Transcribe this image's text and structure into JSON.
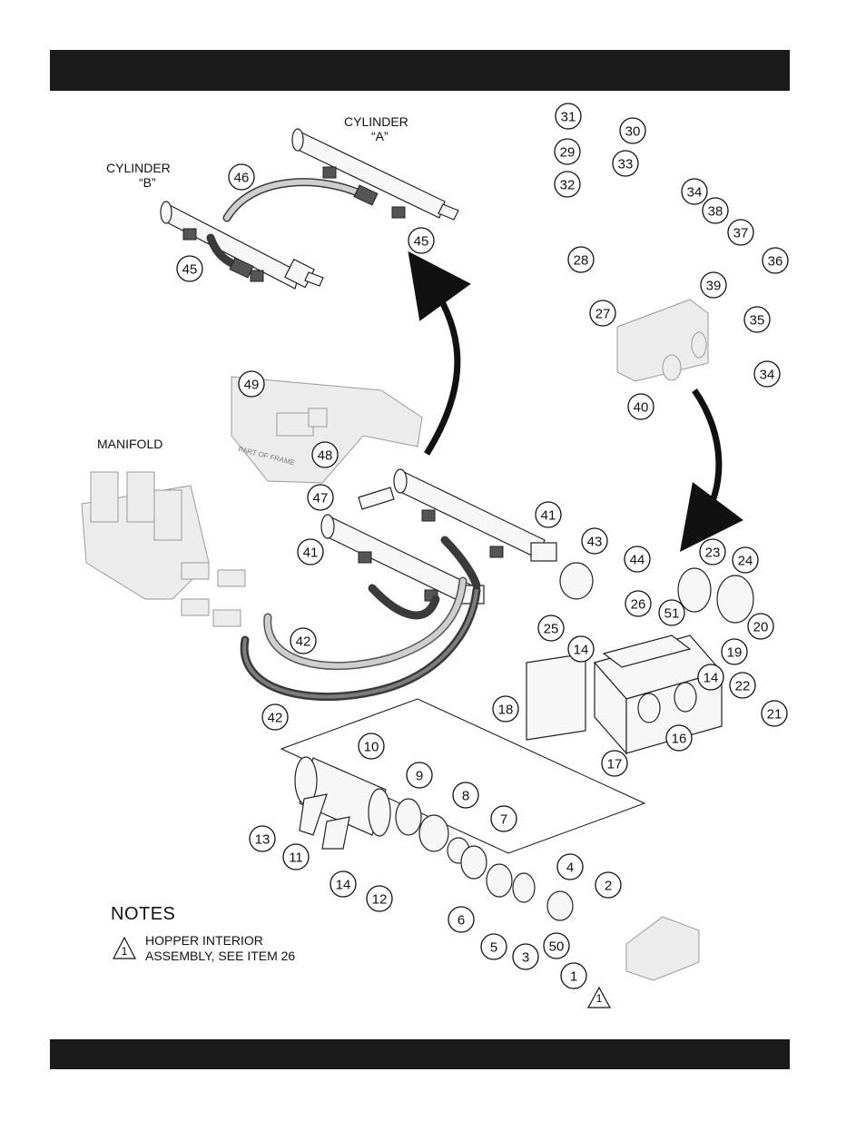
{
  "labels": {
    "cylinder_a": [
      "CYLINDER",
      "“A”"
    ],
    "cylinder_b": [
      "CYLINDER",
      "“B”"
    ],
    "manifold": "MANIFOLD",
    "frame_text": "PART OF FRAME"
  },
  "notes": {
    "title": "NOTES",
    "items": [
      {
        "marker": "1",
        "lines": [
          "HOPPER INTERIOR",
          "ASSEMBLY, SEE ITEM 26"
        ]
      }
    ]
  },
  "callouts": [
    "31",
    "30",
    "29",
    "33",
    "32",
    "34",
    "38",
    "37",
    "36",
    "28",
    "39",
    "27",
    "35",
    "34",
    "40",
    "46",
    "45",
    "45",
    "49",
    "48",
    "47",
    "41",
    "41",
    "43",
    "44",
    "26",
    "23",
    "24",
    "25",
    "14",
    "51",
    "20",
    "19",
    "42",
    "42",
    "18",
    "14",
    "22",
    "21",
    "16",
    "17",
    "10",
    "9",
    "8",
    "7",
    "4",
    "2",
    "13",
    "11",
    "14",
    "12",
    "6",
    "5",
    "3",
    "50",
    "1"
  ],
  "triangle_marker": "1"
}
